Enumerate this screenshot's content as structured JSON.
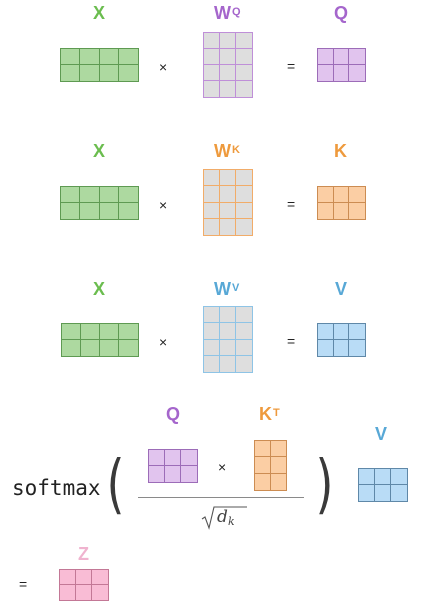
{
  "colors": {
    "x_label": "#6bbd4f",
    "q_label": "#a566cc",
    "k_label": "#ee9a3d",
    "v_label": "#58a8d6",
    "z_label": "#f0b3cf",
    "x_fill": "#add9a0",
    "x_stroke": "#5e9a52",
    "q_fill": "#e1c4ee",
    "q_stroke": "#9c6cb8",
    "k_fill": "#fbcea4",
    "k_stroke": "#cc8c52",
    "v_fill": "#b9dcf6",
    "v_stroke": "#5f88a8",
    "z_fill": "#f9bcd5",
    "z_stroke": "#c37896",
    "w_fill": "#dedede",
    "wq_stroke": "#bf8fd8",
    "wk_stroke": "#f1ac69",
    "wv_stroke": "#8ec4e6"
  },
  "rows": [
    {
      "input": "X",
      "weight": "W",
      "weight_sup": "Q",
      "multiply": "×",
      "equals": "=",
      "output": "Q"
    },
    {
      "input": "X",
      "weight": "W",
      "weight_sup": "K",
      "multiply": "×",
      "equals": "=",
      "output": "K"
    },
    {
      "input": "X",
      "weight": "W",
      "weight_sup": "V",
      "multiply": "×",
      "equals": "=",
      "output": "V"
    }
  ],
  "formula": {
    "function": "softmax",
    "open_paren": "(",
    "close_paren": ")",
    "q_label": "Q",
    "k_label": "K",
    "k_sup": "T",
    "multiply": "×",
    "denominator_var": "d",
    "denominator_sub": "k",
    "v_label": "V"
  },
  "result": {
    "equals": "=",
    "label": "Z"
  }
}
